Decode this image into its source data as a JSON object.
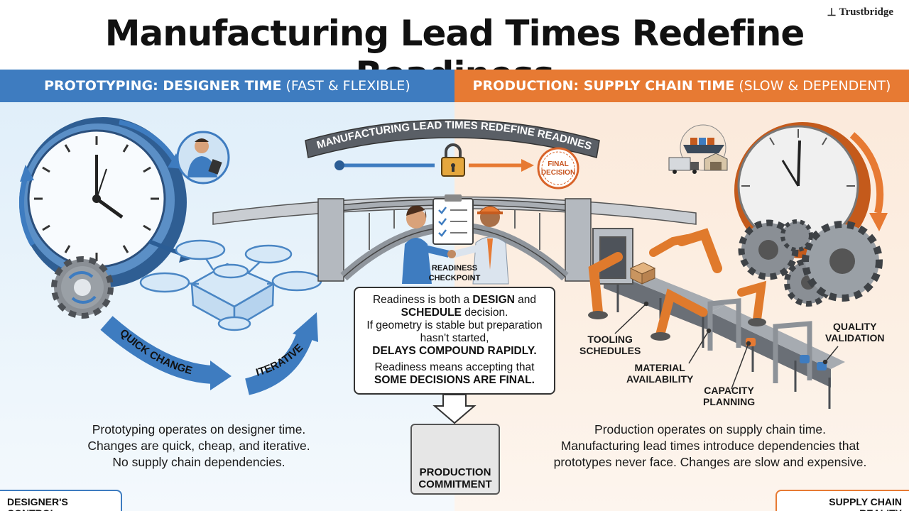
{
  "title": "Manufacturing Lead Times Redefine Readiness",
  "brand": "Trustbridge",
  "left_header": {
    "main": "PROTOTYPING: DESIGNER TIME",
    "sub": "(FAST & FLEXIBLE)"
  },
  "right_header": {
    "main": "PRODUCTION: SUPPLY CHAIN TIME",
    "sub": "(SLOW & DEPENDENT)"
  },
  "banner": "MANUFACTURING LEAD TIMES REDEFINE READINESS",
  "final_stamp": [
    "FINAL",
    "DECISION"
  ],
  "checkpoint_label": [
    "READINESS",
    "CHECKPOINT"
  ],
  "arrow_labels": {
    "quick": "QUICK CHANGES",
    "iterative": "ITERATIVE"
  },
  "box": {
    "line1_pre": "Readiness is both a ",
    "line1_bold": "DESIGN",
    "line1_post": " and",
    "line2_bold": "SCHEDULE",
    "line2_post": " decision.",
    "line3": "If geometry is stable but preparation hasn't started,",
    "line4_bold": "DELAYS COMPOUND RAPIDLY.",
    "line5": "Readiness means accepting that",
    "line6_bold": "SOME DECISIONS ARE FINAL."
  },
  "commitment": [
    "PRODUCTION",
    "COMMITMENT"
  ],
  "left_text": [
    "Prototyping operates on designer time.",
    "Changes are quick, cheap, and iterative.",
    "No supply chain dependencies."
  ],
  "right_text": [
    "Production operates on supply chain time.",
    "Manufacturing lead times introduce dependencies that",
    "prototypes never face. Changes are slow and expensive."
  ],
  "callouts": {
    "tooling": [
      "TOOLING",
      "SCHEDULES"
    ],
    "material": [
      "MATERIAL",
      "AVAILABILITY"
    ],
    "capacity": [
      "CAPACITY",
      "PLANNING"
    ],
    "quality": [
      "QUALITY",
      "VALIDATION"
    ]
  },
  "corner_left": "DESIGNER'S CONTROL",
  "corner_right": "SUPPLY CHAIN REALITY",
  "colors": {
    "blue": "#3e7cc0",
    "orange": "#e77a33"
  }
}
